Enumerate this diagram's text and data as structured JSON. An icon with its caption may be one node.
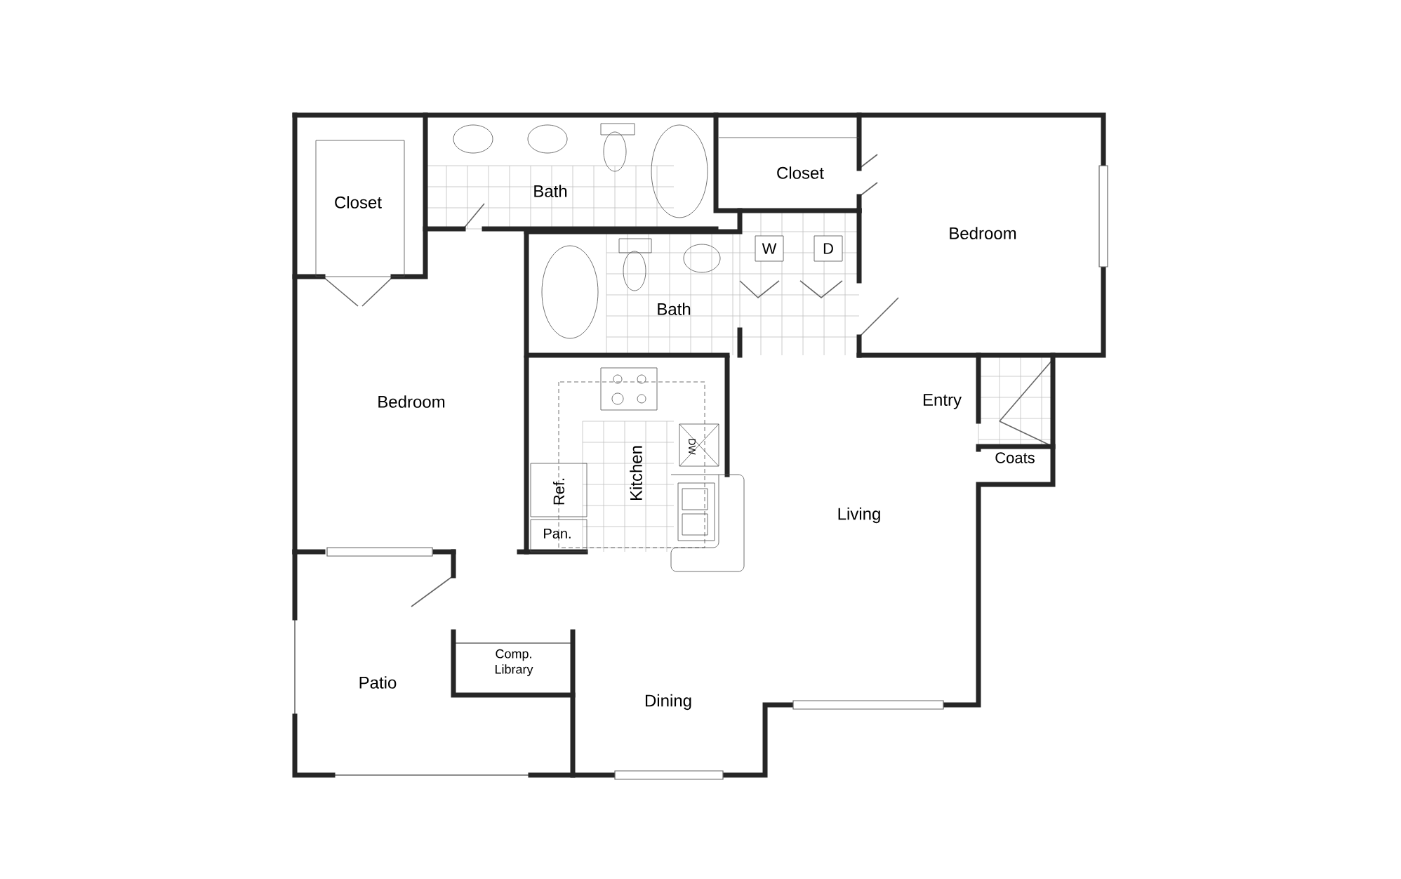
{
  "diagram": {
    "labels": [
      "Closet",
      "Bath",
      "Closet",
      "Bedroom",
      "W",
      "D",
      "Bath",
      "Bedroom",
      "Entry",
      "DW",
      "Kitchen",
      "Coats",
      "Ref.",
      "Living",
      "Pan.",
      "Comp. Library",
      "Patio",
      "Dining"
    ]
  }
}
